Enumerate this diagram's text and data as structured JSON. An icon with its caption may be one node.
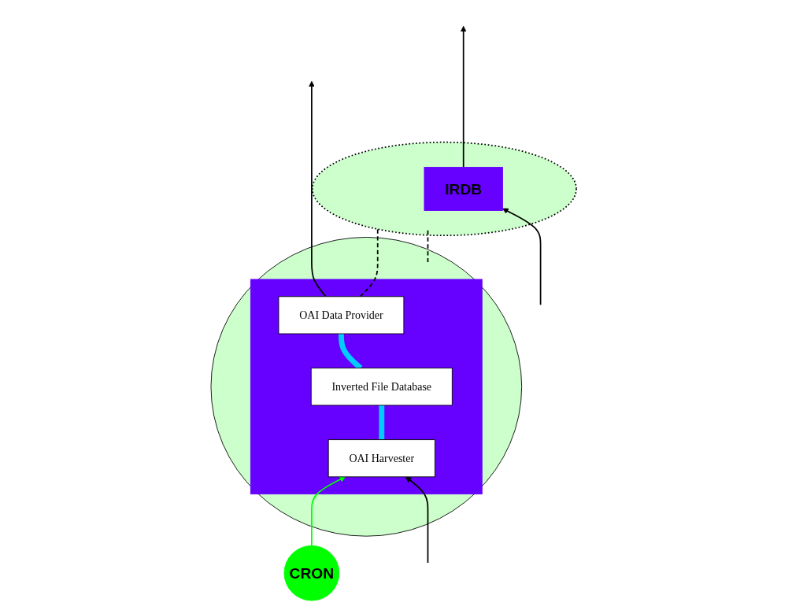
{
  "diagram": {
    "nodes": [
      {
        "text": [],
        "shape": "circle"
      },
      {
        "text": [
          "IRDB"
        ],
        "in": 0
      },
      {
        "text": [],
        "shape": "circle"
      },
      {
        "text": [],
        "shape": "box",
        "in": 2
      },
      {
        "text": [
          "OAI Data Provider"
        ],
        "in": 3
      },
      {
        "text": [
          "Inverted File Database"
        ],
        "in": 3
      },
      {
        "text": [
          "OAI Harvester"
        ],
        "in": 3
      },
      {
        "text": [
          "CRON"
        ]
      }
    ],
    "edges": [
      {
        "from": 1,
        "to": null,
        "arrow": "to"
      },
      {
        "from": null,
        "to": 1,
        "arrow": "to"
      },
      {
        "from": 4,
        "to": null,
        "arrow": "to"
      },
      {
        "from": 0,
        "to": 4,
        "arrow": "none",
        "style": "dashed"
      },
      {
        "from": 4,
        "to": 5,
        "arrow": "none",
        "style": "thick",
        "color": "#00ccff"
      },
      {
        "from": 5,
        "to": 6,
        "arrow": "none",
        "style": "thick",
        "color": "#00ccff"
      },
      {
        "from": 0,
        "to": 2,
        "arrow": "none",
        "style": "dashed"
      },
      {
        "from": 7,
        "to": 6,
        "arrow": "to",
        "color": "#00ff00"
      },
      {
        "from": null,
        "to": 6,
        "arrow": "to"
      }
    ]
  }
}
